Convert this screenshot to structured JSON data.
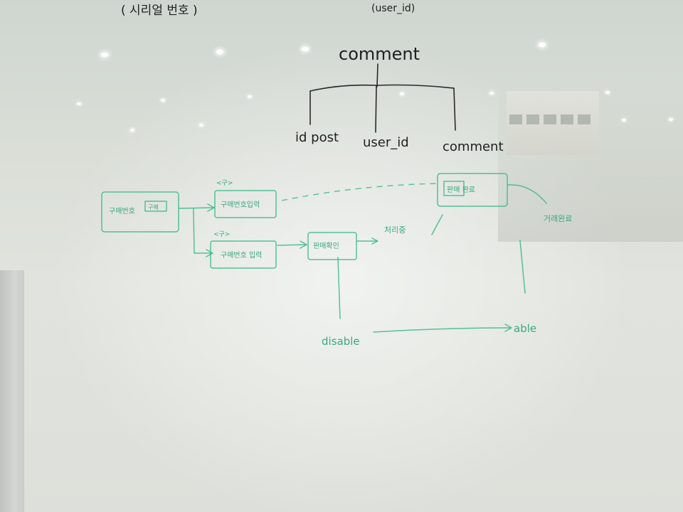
{
  "black_ink": {
    "top_left_label": "( 시리얼 번호 )",
    "top_right_label": "(user_id)",
    "root_node": "comment",
    "children": [
      "id post",
      "user_id",
      "comment"
    ]
  },
  "green_ink": {
    "left_box_label": "구매번호",
    "left_box_inner": "구매",
    "upper_box_tag": "<구>",
    "upper_box_label": "구매번호입력",
    "lower_box_tag": "<구>",
    "lower_box_label": "구매번호 입력",
    "middle_box_label": "판매확인",
    "right_box_label": "판매 완료",
    "arrow_note": "처리중",
    "right_note": "거래완료",
    "bottom_left_word": "disable",
    "bottom_right_word": "able"
  },
  "colors": {
    "marker_green": "#3bb88a",
    "marker_black": "#2a2a2a",
    "board": "#dfe2dc"
  }
}
